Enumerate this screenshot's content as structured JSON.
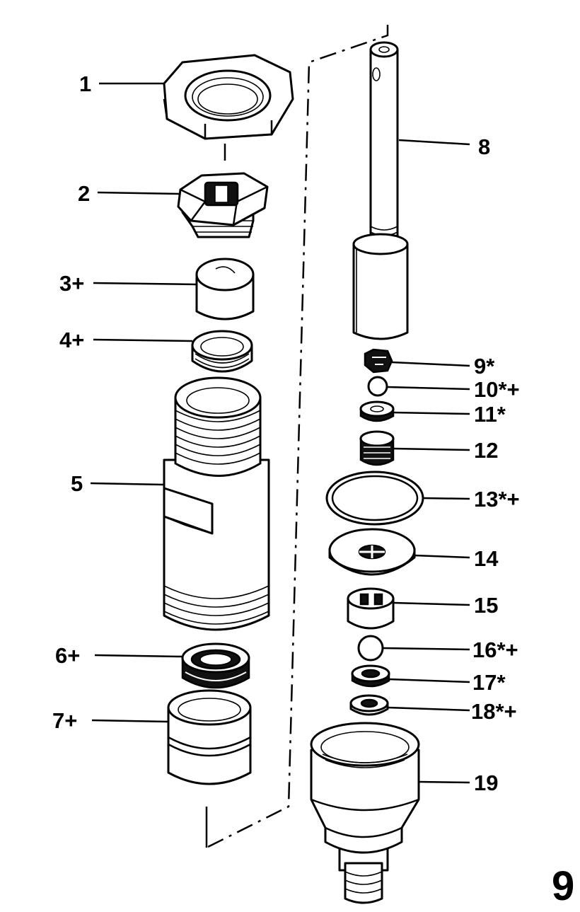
{
  "labels": {
    "p1": "1",
    "p2": "2",
    "p3": "3+",
    "p4": "4+",
    "p5": "5",
    "p6": "6+",
    "p7": "7+",
    "p8": "8",
    "p9": "9*",
    "p10": "10*+",
    "p11": "11*",
    "p12": "12",
    "p13": "13*+",
    "p14": "14",
    "p15": "15",
    "p16": "16*+",
    "p17": "17*",
    "p18": "18*+",
    "p19": "19"
  },
  "page_number": "9"
}
